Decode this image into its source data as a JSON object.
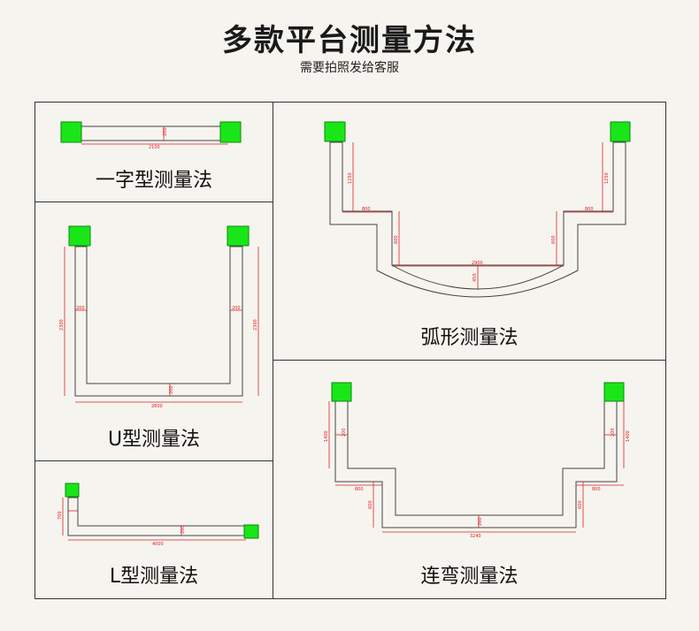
{
  "header": {
    "title": "多款平台测量方法",
    "subtitle": "需要拍照发给客服"
  },
  "panels": {
    "straight": {
      "label": "一字型测量法",
      "dims": {
        "length": "2100",
        "depth": "200"
      }
    },
    "u": {
      "label": "U型测量法",
      "dims": {
        "left_height": "2300",
        "right_height": "2300",
        "left_width": "200",
        "right_width": "200",
        "bottom_width": "200",
        "bottom_length": "2600"
      }
    },
    "l": {
      "label": "L型测量法",
      "dims": {
        "height": "700",
        "length": "4000",
        "width": "200"
      }
    },
    "arc": {
      "label": "弧形测量法",
      "dims": {
        "left_height": "1250",
        "right_height": "1250",
        "left_step": "800",
        "right_step": "800",
        "left_drop": "600",
        "right_drop": "600",
        "chord": "2900",
        "sagitta": "450"
      }
    },
    "stepped": {
      "label": "连弯测量法",
      "dims": {
        "left_height": "1400",
        "right_height": "1400",
        "left_width": "200",
        "right_width": "200",
        "left_step": "800",
        "right_step": "800",
        "left_drop": "600",
        "right_drop": "600",
        "bottom_length": "3240",
        "bottom_width": "200"
      }
    }
  },
  "colors": {
    "marker": "#19e619",
    "dimension": "#dd2222",
    "outline": "#444444",
    "border": "#333333"
  }
}
